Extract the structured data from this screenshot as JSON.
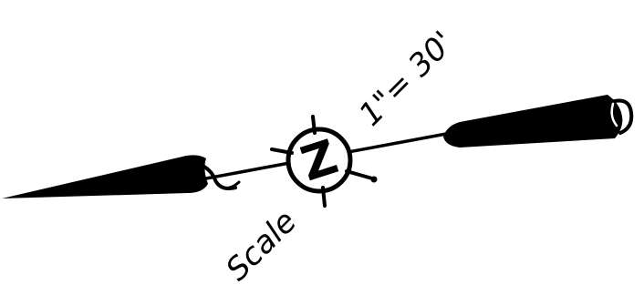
{
  "north_arrow": {
    "center_letter": "Z",
    "icon": "north-arrow-compass-icon"
  },
  "scale": {
    "label": "Scale",
    "value": "1\"= 30'"
  },
  "colors": {
    "ink": "#000000",
    "paper": "#ffffff"
  }
}
